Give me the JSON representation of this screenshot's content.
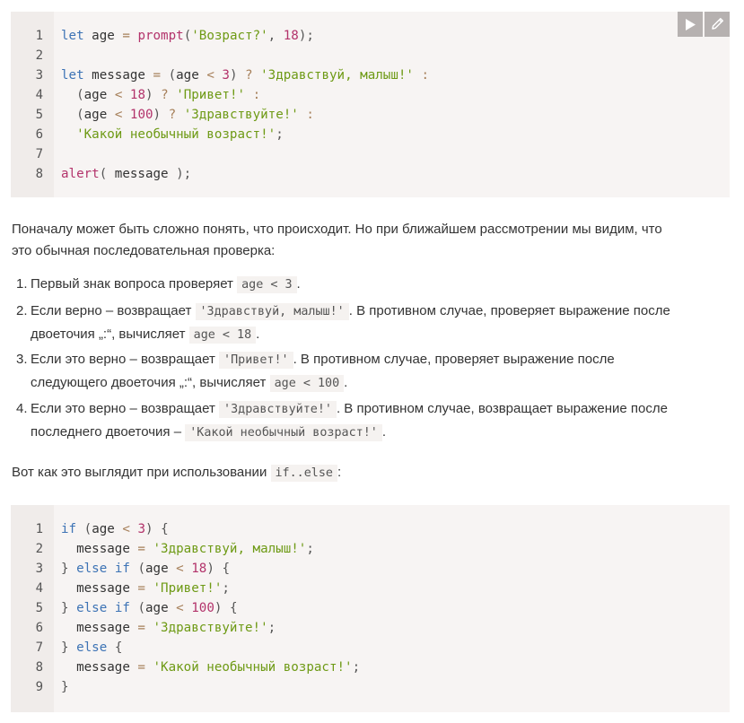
{
  "code1": {
    "lines": [
      {
        "n": "1",
        "parts": [
          {
            "t": "kw",
            "v": "let"
          },
          {
            "t": "",
            "v": " age "
          },
          {
            "t": "op",
            "v": "="
          },
          {
            "t": "",
            "v": " "
          },
          {
            "t": "fn",
            "v": "prompt"
          },
          {
            "t": "pn",
            "v": "("
          },
          {
            "t": "str",
            "v": "'Возраст?'"
          },
          {
            "t": "pn",
            "v": ", "
          },
          {
            "t": "num",
            "v": "18"
          },
          {
            "t": "pn",
            "v": ");"
          }
        ]
      },
      {
        "n": "2",
        "parts": []
      },
      {
        "n": "3",
        "parts": [
          {
            "t": "kw",
            "v": "let"
          },
          {
            "t": "",
            "v": " message "
          },
          {
            "t": "op",
            "v": "="
          },
          {
            "t": "",
            "v": " "
          },
          {
            "t": "pn",
            "v": "("
          },
          {
            "t": "",
            "v": "age "
          },
          {
            "t": "op",
            "v": "<"
          },
          {
            "t": "",
            "v": " "
          },
          {
            "t": "num",
            "v": "3"
          },
          {
            "t": "pn",
            "v": ")"
          },
          {
            "t": "",
            "v": " "
          },
          {
            "t": "op",
            "v": "?"
          },
          {
            "t": "",
            "v": " "
          },
          {
            "t": "str",
            "v": "'Здравствуй, малыш!'"
          },
          {
            "t": "",
            "v": " "
          },
          {
            "t": "op",
            "v": ":"
          }
        ]
      },
      {
        "n": "4",
        "parts": [
          {
            "t": "",
            "v": "  "
          },
          {
            "t": "pn",
            "v": "("
          },
          {
            "t": "",
            "v": "age "
          },
          {
            "t": "op",
            "v": "<"
          },
          {
            "t": "",
            "v": " "
          },
          {
            "t": "num",
            "v": "18"
          },
          {
            "t": "pn",
            "v": ")"
          },
          {
            "t": "",
            "v": " "
          },
          {
            "t": "op",
            "v": "?"
          },
          {
            "t": "",
            "v": " "
          },
          {
            "t": "str",
            "v": "'Привет!'"
          },
          {
            "t": "",
            "v": " "
          },
          {
            "t": "op",
            "v": ":"
          }
        ]
      },
      {
        "n": "5",
        "parts": [
          {
            "t": "",
            "v": "  "
          },
          {
            "t": "pn",
            "v": "("
          },
          {
            "t": "",
            "v": "age "
          },
          {
            "t": "op",
            "v": "<"
          },
          {
            "t": "",
            "v": " "
          },
          {
            "t": "num",
            "v": "100"
          },
          {
            "t": "pn",
            "v": ")"
          },
          {
            "t": "",
            "v": " "
          },
          {
            "t": "op",
            "v": "?"
          },
          {
            "t": "",
            "v": " "
          },
          {
            "t": "str",
            "v": "'Здравствуйте!'"
          },
          {
            "t": "",
            "v": " "
          },
          {
            "t": "op",
            "v": ":"
          }
        ]
      },
      {
        "n": "6",
        "parts": [
          {
            "t": "",
            "v": "  "
          },
          {
            "t": "str",
            "v": "'Какой необычный возраст!'"
          },
          {
            "t": "pn",
            "v": ";"
          }
        ]
      },
      {
        "n": "7",
        "parts": []
      },
      {
        "n": "8",
        "parts": [
          {
            "t": "fn",
            "v": "alert"
          },
          {
            "t": "pn",
            "v": "("
          },
          {
            "t": "",
            "v": " message "
          },
          {
            "t": "pn",
            "v": ");"
          }
        ]
      }
    ]
  },
  "toolbar": {
    "run_icon": "play-icon",
    "edit_icon": "pencil-icon"
  },
  "paragraph1": {
    "line1": "Поначалу может быть сложно понять, что происходит. Но при ближайшем рассмотрении мы видим, что",
    "line2": "это обычная последовательная проверка:"
  },
  "steps": [
    {
      "marker": "1.",
      "a": "Первый знак вопроса проверяет ",
      "code1": "age < 3",
      "b": "."
    },
    {
      "marker": "2.",
      "a": "Если верно – возвращает ",
      "code1": "'Здравствуй, малыш!'",
      "b": ". В противном случае, проверяет выражение после",
      "c": "двоеточия „:“, вычисляет ",
      "code2": "age < 18",
      "d": "."
    },
    {
      "marker": "3.",
      "a": "Если это верно – возвращает ",
      "code1": "'Привет!'",
      "b": ". В противном случае, проверяет выражение после",
      "c": "следующего двоеточия „:“, вычисляет ",
      "code2": "age < 100",
      "d": "."
    },
    {
      "marker": "4.",
      "a": "Если это верно – возвращает ",
      "code1": "'Здравствуйте!'",
      "b": ". В противном случае, возвращает выражение после",
      "c": "последнего двоеточия – ",
      "code2": "'Какой необычный возраст!'",
      "d": "."
    }
  ],
  "paragraph2": {
    "a": "Вот как это выглядит при использовании ",
    "code": "if..else",
    "b": ":"
  },
  "code2": {
    "lines": [
      {
        "n": "1",
        "parts": [
          {
            "t": "kw",
            "v": "if"
          },
          {
            "t": "",
            "v": " "
          },
          {
            "t": "pn",
            "v": "("
          },
          {
            "t": "",
            "v": "age "
          },
          {
            "t": "op",
            "v": "<"
          },
          {
            "t": "",
            "v": " "
          },
          {
            "t": "num",
            "v": "3"
          },
          {
            "t": "pn",
            "v": ")"
          },
          {
            "t": "",
            "v": " "
          },
          {
            "t": "pn",
            "v": "{"
          }
        ]
      },
      {
        "n": "2",
        "parts": [
          {
            "t": "",
            "v": "  message "
          },
          {
            "t": "op",
            "v": "="
          },
          {
            "t": "",
            "v": " "
          },
          {
            "t": "str",
            "v": "'Здравствуй, малыш!'"
          },
          {
            "t": "pn",
            "v": ";"
          }
        ]
      },
      {
        "n": "3",
        "parts": [
          {
            "t": "pn",
            "v": "}"
          },
          {
            "t": "",
            "v": " "
          },
          {
            "t": "kw",
            "v": "else"
          },
          {
            "t": "",
            "v": " "
          },
          {
            "t": "kw",
            "v": "if"
          },
          {
            "t": "",
            "v": " "
          },
          {
            "t": "pn",
            "v": "("
          },
          {
            "t": "",
            "v": "age "
          },
          {
            "t": "op",
            "v": "<"
          },
          {
            "t": "",
            "v": " "
          },
          {
            "t": "num",
            "v": "18"
          },
          {
            "t": "pn",
            "v": ")"
          },
          {
            "t": "",
            "v": " "
          },
          {
            "t": "pn",
            "v": "{"
          }
        ]
      },
      {
        "n": "4",
        "parts": [
          {
            "t": "",
            "v": "  message "
          },
          {
            "t": "op",
            "v": "="
          },
          {
            "t": "",
            "v": " "
          },
          {
            "t": "str",
            "v": "'Привет!'"
          },
          {
            "t": "pn",
            "v": ";"
          }
        ]
      },
      {
        "n": "5",
        "parts": [
          {
            "t": "pn",
            "v": "}"
          },
          {
            "t": "",
            "v": " "
          },
          {
            "t": "kw",
            "v": "else"
          },
          {
            "t": "",
            "v": " "
          },
          {
            "t": "kw",
            "v": "if"
          },
          {
            "t": "",
            "v": " "
          },
          {
            "t": "pn",
            "v": "("
          },
          {
            "t": "",
            "v": "age "
          },
          {
            "t": "op",
            "v": "<"
          },
          {
            "t": "",
            "v": " "
          },
          {
            "t": "num",
            "v": "100"
          },
          {
            "t": "pn",
            "v": ")"
          },
          {
            "t": "",
            "v": " "
          },
          {
            "t": "pn",
            "v": "{"
          }
        ]
      },
      {
        "n": "6",
        "parts": [
          {
            "t": "",
            "v": "  message "
          },
          {
            "t": "op",
            "v": "="
          },
          {
            "t": "",
            "v": " "
          },
          {
            "t": "str",
            "v": "'Здравствуйте!'"
          },
          {
            "t": "pn",
            "v": ";"
          }
        ]
      },
      {
        "n": "7",
        "parts": [
          {
            "t": "pn",
            "v": "}"
          },
          {
            "t": "",
            "v": " "
          },
          {
            "t": "kw",
            "v": "else"
          },
          {
            "t": "",
            "v": " "
          },
          {
            "t": "pn",
            "v": "{"
          }
        ]
      },
      {
        "n": "8",
        "parts": [
          {
            "t": "",
            "v": "  message "
          },
          {
            "t": "op",
            "v": "="
          },
          {
            "t": "",
            "v": " "
          },
          {
            "t": "str",
            "v": "'Какой необычный возраст!'"
          },
          {
            "t": "pn",
            "v": ";"
          }
        ]
      },
      {
        "n": "9",
        "parts": [
          {
            "t": "pn",
            "v": "}"
          }
        ]
      }
    ]
  }
}
